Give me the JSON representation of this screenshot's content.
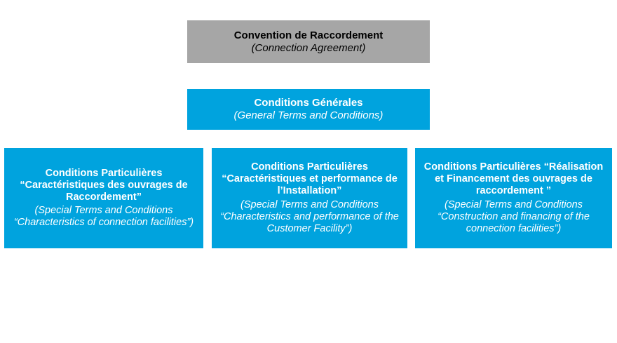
{
  "diagram": {
    "type": "hierarchy",
    "colors": {
      "agreement_fill": "#a6a6a6",
      "conditions_fill": "#00a3de",
      "agreement_text": "#000000",
      "conditions_text": "#ffffff",
      "background": "#ffffff"
    },
    "nodes": {
      "agreement": {
        "title_fr": "Convention de Raccordement",
        "title_en": "(Connection Agreement)"
      },
      "general_terms": {
        "title_fr": "Conditions Générales",
        "title_en": "(General Terms and Conditions)"
      },
      "special_terms": [
        {
          "title_fr": "Conditions Particulières “Caractéristiques des ouvrages de Raccordement”",
          "title_en": "(Special Terms and Conditions “Characteristics of connection facilities”)"
        },
        {
          "title_fr": "Conditions Particulières “Caractéristiques et performance de l’Installation”",
          "title_en": "(Special Terms and Conditions “Characteristics and performance of the Customer Facility”)"
        },
        {
          "title_fr": "Conditions Particulières “Réalisation et Financement des ouvrages de raccordement ”",
          "title_en": "(Special Terms and Conditions “Construction and financing of the connection facilities”)"
        }
      ]
    }
  }
}
